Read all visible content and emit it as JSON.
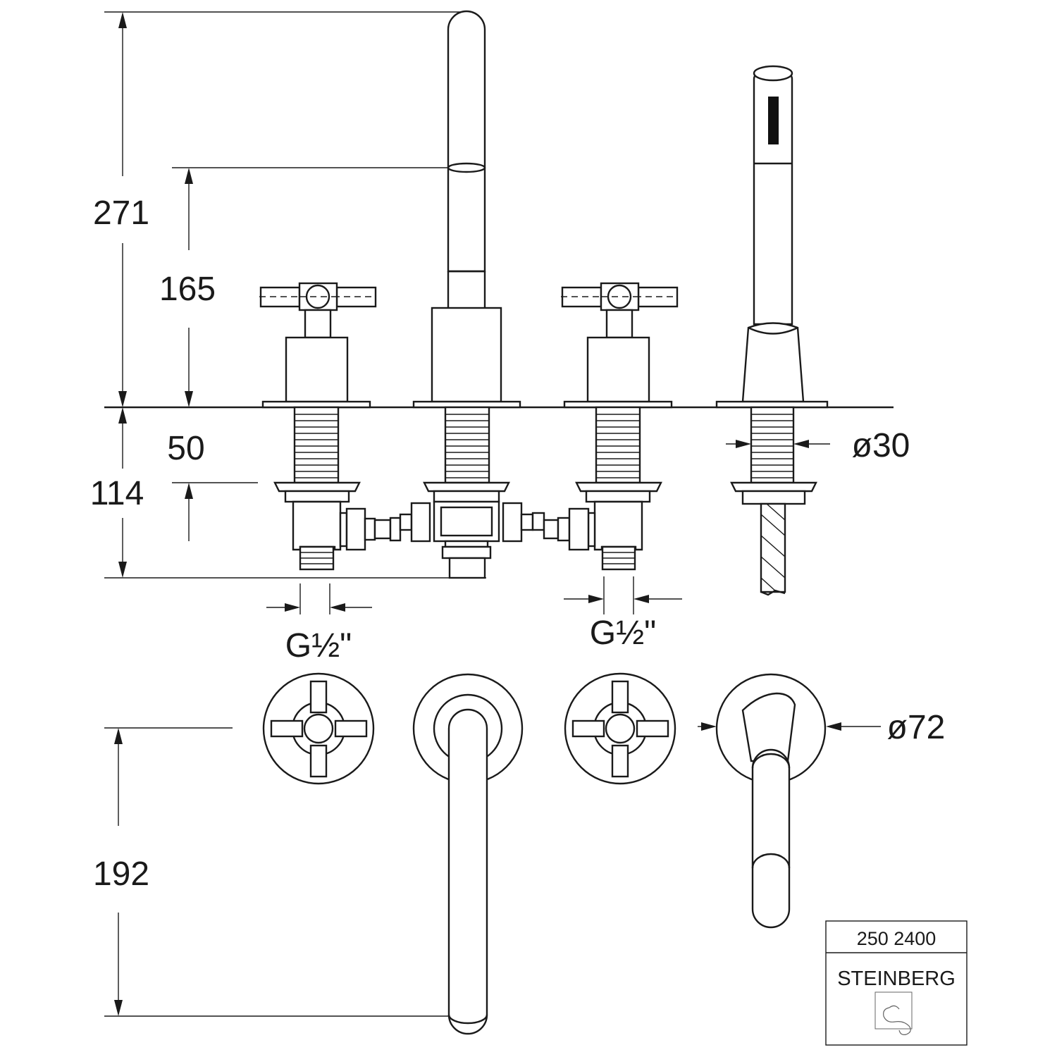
{
  "dimensions": {
    "total_height": "271",
    "spout_height": "165",
    "below_deck": "114",
    "valve_offset": "50",
    "hose_diameter": "ø30",
    "thread_left": "G½\"",
    "thread_right": "G½\"",
    "rosette_diameter": "ø72",
    "spout_reach": "192"
  },
  "title_block": {
    "article_number": "250 2400",
    "brand": "STEINBERG"
  }
}
